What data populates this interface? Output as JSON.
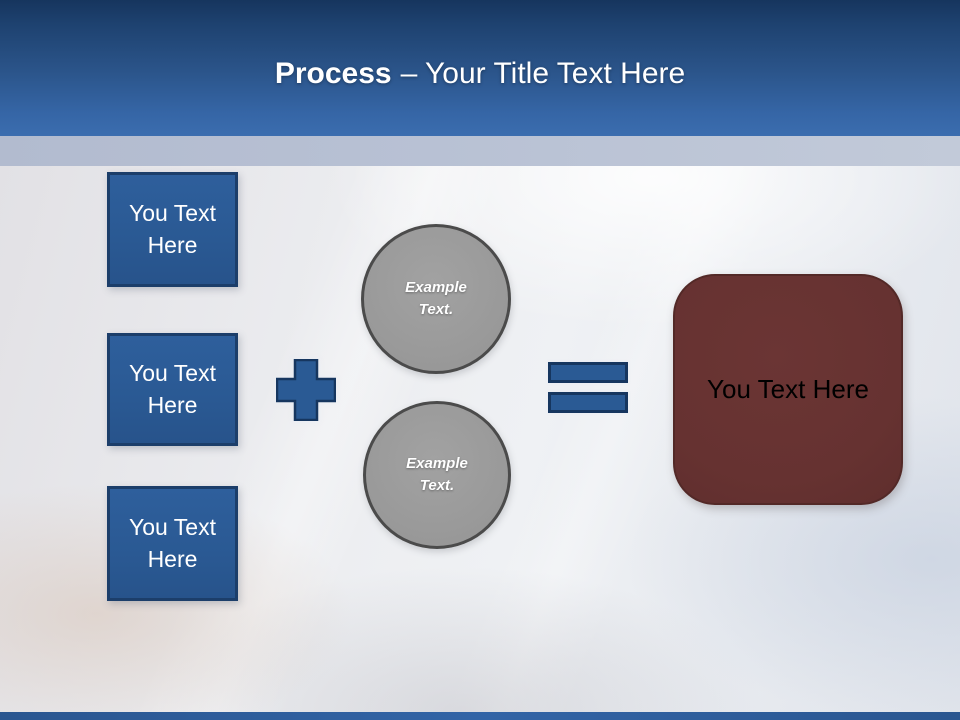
{
  "header": {
    "title_bold": "Process",
    "title_rest": "– Your Title Text Here"
  },
  "diagram": {
    "inputs": [
      {
        "label": "You Text Here"
      },
      {
        "label": "You Text Here"
      },
      {
        "label": "You Text Here"
      }
    ],
    "operators": [
      {
        "name": "plus"
      },
      {
        "name": "equals"
      }
    ],
    "circles": [
      {
        "label": "Example Text."
      },
      {
        "label": "Example Text."
      }
    ],
    "result": {
      "label": "You Text Here"
    }
  },
  "colors": {
    "header_top": "#16355E",
    "header_bottom": "#3B6DAF",
    "divider_band": "#B8C1D4",
    "input_box_fill": "#2A5993",
    "input_box_border": "#1C3E6A",
    "operator_fill": "#2A5A94",
    "operator_border": "#16365F",
    "circle_fill": "#9A9A9A",
    "circle_border": "#4B4B4B",
    "result_fill": "#663231",
    "result_border": "#532927",
    "title_text": "#FFFFFF",
    "box_text": "#FFFFFF",
    "result_text": "#000000"
  }
}
